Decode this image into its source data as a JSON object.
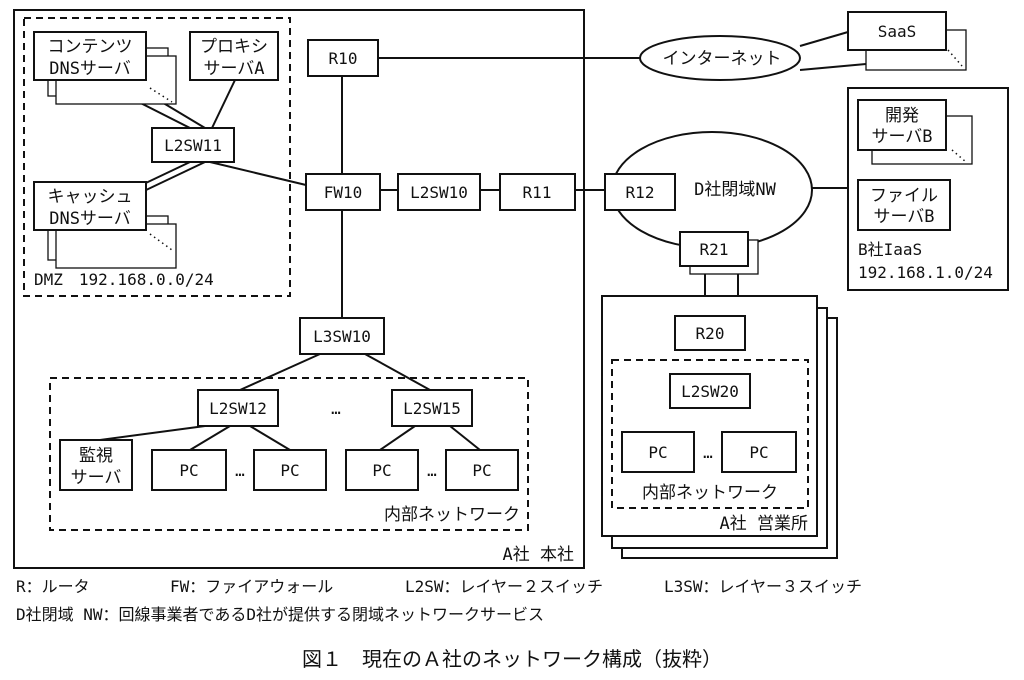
{
  "nodes": {
    "contents_dns_1": "コンテンツ",
    "contents_dns_2": "DNSサーバ",
    "proxy_1": "プロキシ",
    "proxy_2": "サーバA",
    "l2sw11": "L2SW11",
    "cache_dns_1": "キャッシュ",
    "cache_dns_2": "DNSサーバ",
    "dmz_label": "DMZ　192.168.0.0/24",
    "r10": "R10",
    "fw10": "FW10",
    "l2sw10": "L2SW10",
    "r11": "R11",
    "r12": "R12",
    "d_net": "D社閉域NW",
    "r21": "R21",
    "internet": "インターネット",
    "saas": "SaaS",
    "dev_server_1": "開発",
    "dev_server_2": "サーバB",
    "file_server_1": "ファイル",
    "file_server_2": "サーバB",
    "b_iaas_1": "B社IaaS",
    "b_iaas_2": "192.168.1.0/24",
    "l3sw10": "L3SW10",
    "l2sw12": "L2SW12",
    "l2sw15": "L2SW15",
    "ellipsis": "…",
    "monitor_1": "監視",
    "monitor_2": "サーバ",
    "pc": "PC",
    "internal_nw": "内部ネットワーク",
    "hq_label": "A社 本社",
    "r20": "R20",
    "l2sw20": "L2SW20",
    "branch_label": "A社 営業所"
  },
  "legend": {
    "line1_r": "R：ルータ",
    "line1_fw": "FW：ファイアウォール",
    "line1_l2": "L2SW：レイヤー２スイッチ",
    "line1_l3": "L3SW：レイヤー３スイッチ",
    "line2": "D社閉域 NW：回線事業者であるD社が提供する閉域ネットワークサービス"
  },
  "caption": "図１　現在のＡ社のネットワーク構成（抜粋）"
}
